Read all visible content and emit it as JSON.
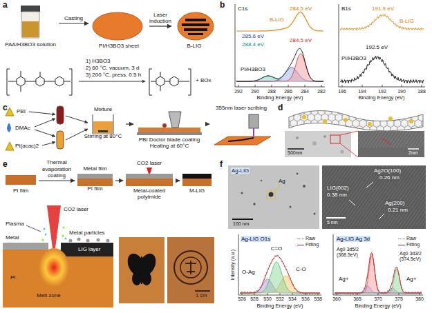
{
  "diagram": {
    "nodes": [
      {
        "text": [
          "PAA/H3BO3 solution"
        ]
      },
      {
        "text": [
          "PI/H3BO3 sheet"
        ]
      },
      {
        "text": [
          "B-LIG"
        ]
      },
      {
        "text": [
          "Mixture",
          "Stirring at 80°C"
        ]
      },
      {
        "text": [
          "PBI Doctor blade coating Heating at 60°C"
        ]
      },
      {
        "text": [
          "355nm laser scribing"
        ]
      },
      {
        "text": [
          "PI film"
        ]
      },
      {
        "text": [
          "Metal film",
          "PI film"
        ]
      },
      {
        "text": [
          "Metal-coated polyimide"
        ]
      },
      {
        "text": [
          "M-LIG"
        ]
      }
    ],
    "edges": [
      {
        "from": 0,
        "to": 1,
        "label": "Casting",
        "arrow": "to"
      },
      {
        "from": 1,
        "to": 2,
        "label": "Laser induction",
        "arrow": "to"
      },
      {
        "from": 3,
        "to": 4,
        "arrow": "to"
      },
      {
        "from": 4,
        "to": 5,
        "arrow": "to"
      },
      {
        "from": 6,
        "to": 7,
        "label": "Thermal evaporation coating",
        "arrow": "to"
      },
      {
        "from": 7,
        "to": 8,
        "arrow": "to"
      },
      {
        "from": 8,
        "to": 9,
        "arrow": "to"
      }
    ],
    "labels": [
      "a",
      "1) H3BO3",
      "2) 60 °C, vacuum, 3 d",
      "3) 200 °C, press, 0.5 h",
      "+ BOx",
      "b",
      "C1s",
      "284.5 eV",
      "B-LIG",
      "285.6 eV",
      "284.5 eV",
      "288.4 eV",
      "PI/H3BO3",
      "292",
      "290",
      "288",
      "286",
      "284",
      "282",
      "Binding Energy (eV)",
      "B1s",
      "191.9 eV",
      "B-LIG",
      "192.5 eV",
      "PI/H3BO3",
      "196",
      "194",
      "192",
      "190",
      "188",
      "Binding Energy (eV)",
      "c",
      "PBI",
      "DMAc",
      "Pt(acac)2",
      "d",
      "500nm",
      "2nm",
      "e",
      "CO2 laser",
      "Plasma",
      "CO2 laser",
      "Metal",
      "Metal particles",
      "LIG layer",
      "PI",
      "Melt zone",
      "1 cm",
      "f",
      "Ag-LIG",
      "Ag",
      "100 nm",
      "Ag2O(100)",
      "0.26 nm",
      "LIG(002)",
      "0.38 nm",
      "Ag(200)",
      "0.21 nm",
      "5 nm",
      "Ag-LIG O1s",
      "C=O",
      "O-Ag",
      "C-O",
      "Intensity (a.u.)",
      "526",
      "528",
      "530",
      "532",
      "534",
      "536",
      "538",
      "Binding Energy (eV)",
      "Ag-LIG Ag 3d",
      "Ag0 3d5/2 (368.5eV)",
      "Ag0 3d3/2 (374.5eV)",
      "Ag+",
      "Ag+",
      "360",
      "365",
      "370",
      "375",
      "380",
      "Binding Energy (eV)"
    ],
    "legend": [
      {
        "text": "Raw"
      },
      {
        "text": "Fitting"
      },
      {
        "text": "Raw"
      },
      {
        "text": "Fitting"
      }
    ]
  }
}
